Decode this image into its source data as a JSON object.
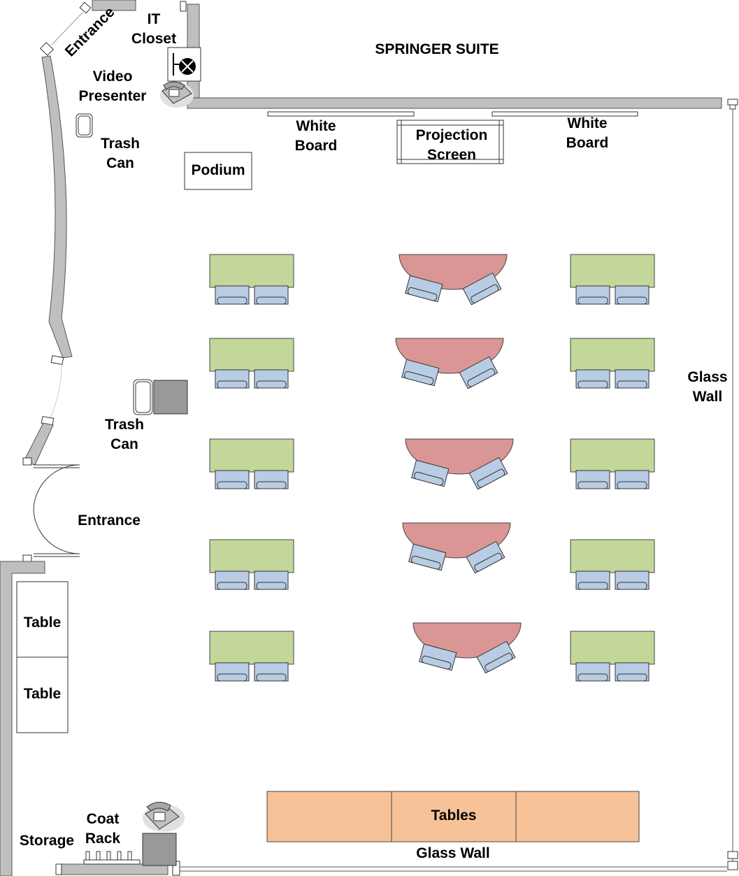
{
  "title": "SPRINGER SUITE",
  "labels": {
    "entrance_top": "Entrance",
    "it_closet": "IT\nCloset",
    "video_presenter": "Video\nPresenter",
    "trash_can_top": "Trash\nCan",
    "podium": "Podium",
    "white_board_left": "White\nBoard",
    "projection_screen": "Projection\nScreen",
    "white_board_right": "White\nBoard",
    "glass_wall_right": "Glass\nWall",
    "trash_can_mid": "Trash\nCan",
    "entrance_mid": "Entrance",
    "table_1": "Table",
    "table_2": "Table",
    "coat_rack": "Coat\nRack",
    "storage": "Storage",
    "tables": "Tables",
    "glass_wall_bottom": "Glass Wall"
  },
  "icons": {
    "phone_top": "telephone-icon",
    "phone_bottom": "telephone-icon",
    "network": "network-outlet-icon"
  },
  "colors": {
    "rect_table": "#c4d79b",
    "round_table": "#da9694",
    "chair": "#b8cce4",
    "long_table": "#f7c297",
    "wall": "#bfbfbf"
  }
}
